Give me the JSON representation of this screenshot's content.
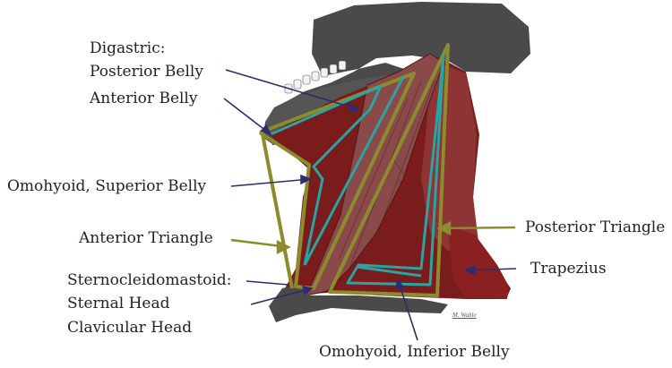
{
  "labels": {
    "digastric": "Digastric:",
    "posterior_belly": "Posterior Belly",
    "anterior_belly": "Anterior Belly",
    "omohyoid_superior": "Omohyoid, Superior Belly",
    "anterior_triangle": "Anterior Triangle",
    "scm": "Sternocleidomastoid:",
    "sternal_head": "Sternal Head",
    "clavicular_head": "Clavicular Head",
    "posterior_triangle": "Posterior Triangle",
    "trapezius": "Trapezius",
    "omohyoid_inferior": "Omohyoid, Inferior Belly"
  },
  "signature": "M. Wahle",
  "colors": {
    "bone": "#4a4a4a",
    "muscle_dark": "#7a1c1c",
    "muscle_mid": "#8e3434",
    "scm": "#8a4a4a",
    "triangle_outline": "#8c8c2e",
    "inner_outline": "#2aa3a3",
    "pointer_dark": "#2c2c6e",
    "pointer_olive": "#8c8c2e"
  }
}
